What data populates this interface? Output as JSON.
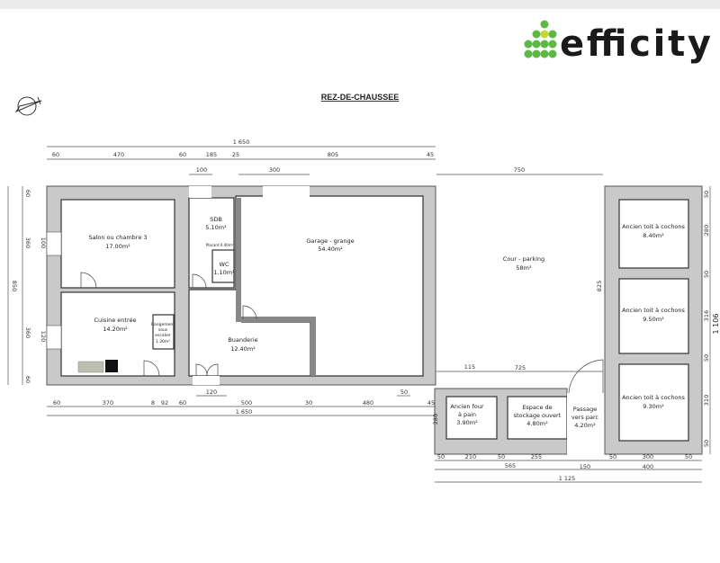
{
  "brand": {
    "name": "efficity",
    "dot_color": "#5db844",
    "center_dot_color": "#c6d82f"
  },
  "title": "REZ-DE-CHAUSSEE",
  "rooms": {
    "salon": [
      "Salon ou chambre 3",
      "17.00m²"
    ],
    "cuisine": [
      "Cuisine entrée",
      "14.20m²"
    ],
    "rangement": [
      "Rangement",
      "sous",
      "escalier",
      "1.30m²"
    ],
    "sdb": [
      "SDB",
      "5.10m²"
    ],
    "placard": [
      "Placard 0.40m²"
    ],
    "wc": [
      "WC",
      "1.10m²"
    ],
    "garage": [
      "Garage - grange",
      "54.40m²"
    ],
    "buanderie": [
      "Buanderie",
      "12.40m²"
    ],
    "cour": [
      "Cour - parking",
      "58m²"
    ],
    "four": [
      "Ancien four",
      "à pain",
      "3.90m²"
    ],
    "stockage": [
      "Espace de",
      "stockage ouvert",
      "4.80m²"
    ],
    "passage": [
      "Passage",
      "vers parc",
      "4.20m²"
    ],
    "cochons1": [
      "Ancien toit à cochons",
      "8.40m²"
    ],
    "cochons2": [
      "Ancien toit à cochons",
      "9.50m²"
    ],
    "cochons3": [
      "Ancien toit à cochons",
      "9.30m²"
    ]
  },
  "dims": {
    "top_total": "1 650",
    "top": [
      "60",
      "470",
      "60",
      "185",
      "25",
      "805",
      "45"
    ],
    "top2": [
      "100",
      "300"
    ],
    "cour_width": "750",
    "bottom1": [
      "120",
      "50"
    ],
    "bottom": [
      "60",
      "370",
      "8",
      "92",
      "60",
      "500",
      "30",
      "480",
      "45"
    ],
    "bottom_total": "1 650",
    "left_total": "850",
    "left": [
      "60",
      "360",
      "360",
      "60"
    ],
    "left_doors": [
      "100",
      "120"
    ],
    "right": [
      "50",
      "280",
      "50",
      "316",
      "50",
      "310",
      "50"
    ],
    "right_total": "1 106",
    "cour_depth": "825",
    "cour_bottom": [
      "115",
      "725"
    ],
    "annex_depth": "280",
    "annex_bottom": [
      "50",
      "210",
      "50",
      "255",
      "50",
      "300",
      "50"
    ],
    "annex_bottom2": [
      "565",
      "150",
      "400"
    ],
    "annex_total": "1 125"
  }
}
